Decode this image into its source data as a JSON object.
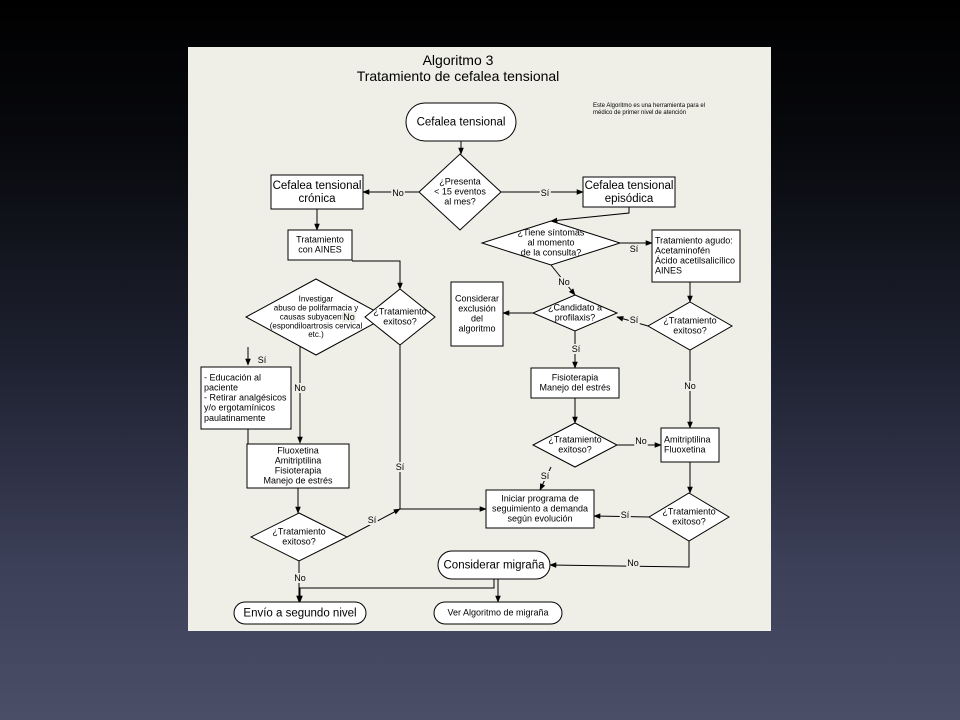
{
  "title": {
    "line1": "Algoritmo 3",
    "line2": "Tratamiento de cefalea tensional"
  },
  "note": [
    "Este Algoritmo es una herramienta para el",
    "médico de primer nivel de atención"
  ],
  "nodes": [
    {
      "id": "start",
      "lines": [
        "Cefalea tensional"
      ],
      "font": "big"
    },
    {
      "id": "d_events",
      "lines": [
        "¿Presenta",
        "< 15 eventos",
        "al mes?"
      ],
      "font": "norm"
    },
    {
      "id": "cronica",
      "lines": [
        "Cefalea tensional",
        "crónica"
      ],
      "font": "big"
    },
    {
      "id": "episodica",
      "lines": [
        "Cefalea tensional",
        "episódica"
      ],
      "font": "big"
    },
    {
      "id": "tx_aines",
      "lines": [
        "Tratamiento",
        "con AINES"
      ],
      "font": "norm"
    },
    {
      "id": "d_sintomas",
      "lines": [
        "¿Tiene síntomas",
        "al momento",
        "de la consulta?"
      ],
      "font": "norm"
    },
    {
      "id": "tx_agudo",
      "lines": [
        "Tratamiento agudo:",
        "Acetaminofén",
        "Ácido acetilsalicílico",
        "AINES"
      ],
      "font": "norm"
    },
    {
      "id": "investigar",
      "lines": [
        "Investigar",
        "abuso de polifarmacia y",
        "causas subyacentes",
        "(espondiloartrosis cervical",
        "etc.)"
      ],
      "font": "small"
    },
    {
      "id": "d_exito1",
      "lines": [
        "¿Tratamiento",
        "exitoso?"
      ],
      "font": "norm"
    },
    {
      "id": "considerar",
      "lines": [
        "Considerar",
        "exclusión",
        "del",
        "algoritmo"
      ],
      "font": "norm"
    },
    {
      "id": "d_profilaxis",
      "lines": [
        "¿Candidato a",
        "profilaxis?"
      ],
      "font": "norm"
    },
    {
      "id": "d_exito2",
      "lines": [
        "¿Tratamiento",
        "exitoso?"
      ],
      "font": "norm"
    },
    {
      "id": "educacion",
      "lines": [
        "- Educación al",
        "paciente",
        "- Retirar analgésicos",
        "y/o ergotamínicos",
        "paulatinamente"
      ],
      "font": "norm"
    },
    {
      "id": "fisio",
      "lines": [
        "Fisioterapia",
        "Manejo del estrés"
      ],
      "font": "norm"
    },
    {
      "id": "fluox",
      "lines": [
        "Fluoxetina",
        "Amitriptilina",
        "Fisioterapia",
        "Manejo de estrés"
      ],
      "font": "norm"
    },
    {
      "id": "d_exito3",
      "lines": [
        "¿Tratamiento",
        "exitoso?"
      ],
      "font": "norm"
    },
    {
      "id": "amitrip",
      "lines": [
        "Amitriptilina",
        "Fluoxetina"
      ],
      "font": "norm"
    },
    {
      "id": "seguimiento",
      "lines": [
        "Iniciar programa de",
        "seguimiento a demanda",
        "según evolución"
      ],
      "font": "norm"
    },
    {
      "id": "d_exito4",
      "lines": [
        "¿Tratamiento",
        "exitoso?"
      ],
      "font": "norm"
    },
    {
      "id": "d_exito5",
      "lines": [
        "¿Tratamiento",
        "exitoso?"
      ],
      "font": "norm"
    },
    {
      "id": "migrana",
      "lines": [
        "Considerar migraña"
      ],
      "font": "big"
    },
    {
      "id": "envio",
      "lines": [
        "Envío a segundo nivel"
      ],
      "font": "big"
    },
    {
      "id": "ver_migrana",
      "lines": [
        "Ver Algoritmo de migraña"
      ],
      "font": "norm"
    }
  ],
  "edges": [
    {
      "from": "start",
      "to": "d_events",
      "label": ""
    },
    {
      "from": "d_events",
      "to": "cronica",
      "label": "No"
    },
    {
      "from": "d_events",
      "to": "episodica",
      "label": "Sí"
    },
    {
      "from": "cronica",
      "to": "tx_aines",
      "label": ""
    },
    {
      "from": "episodica",
      "to": "d_sintomas",
      "label": ""
    },
    {
      "from": "tx_aines",
      "to": "d_exito1",
      "label": ""
    },
    {
      "from": "d_sintomas",
      "to": "tx_agudo",
      "label": "Sí"
    },
    {
      "from": "d_sintomas",
      "to": "d_profilaxis",
      "label": "No"
    },
    {
      "from": "d_exito1",
      "to": "investigar",
      "label": "No"
    },
    {
      "from": "tx_agudo",
      "to": "d_exito2",
      "label": ""
    },
    {
      "from": "d_exito2",
      "to": "d_profilaxis",
      "label": "Sí"
    },
    {
      "from": "d_profilaxis",
      "to": "considerar",
      "label": ""
    },
    {
      "from": "investigar",
      "to": "educacion",
      "label": "Sí"
    },
    {
      "from": "investigar",
      "to": "fluox",
      "label": "No"
    },
    {
      "from": "d_profilaxis",
      "to": "fisio",
      "label": "Sí"
    },
    {
      "from": "d_exito2",
      "to": "amitrip",
      "label": "No"
    },
    {
      "from": "fisio",
      "to": "d_exito4",
      "label": ""
    },
    {
      "from": "d_exito4",
      "to": "amitrip",
      "label": "No"
    },
    {
      "from": "d_exito4",
      "to": "seguimiento",
      "label": "Sí"
    },
    {
      "from": "educacion",
      "to": "fluox",
      "label": ""
    },
    {
      "from": "amitrip",
      "to": "d_exito5",
      "label": ""
    },
    {
      "from": "d_exito5",
      "to": "seguimiento",
      "label": "Sí"
    },
    {
      "from": "d_exito1",
      "to": "seguimiento",
      "label": "Sí"
    },
    {
      "from": "fluox",
      "to": "d_exito3",
      "label": ""
    },
    {
      "from": "d_exito3",
      "to": "seguimiento",
      "label": "Sí"
    },
    {
      "from": "d_exito5",
      "to": "migrana",
      "label": "No"
    },
    {
      "from": "d_exito3",
      "to": "envio",
      "label": "No"
    },
    {
      "from": "migrana",
      "to": "envio",
      "label": ""
    },
    {
      "from": "migrana",
      "to": "ver_migrana",
      "label": ""
    }
  ]
}
